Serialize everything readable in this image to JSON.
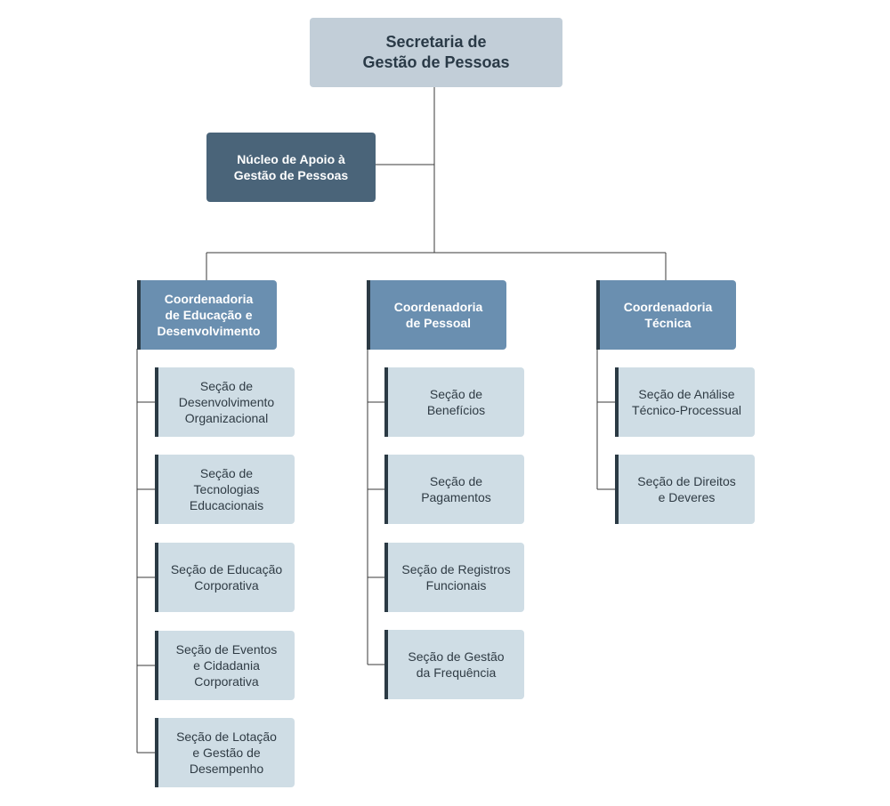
{
  "diagram": {
    "root": "Secretaria de\nGestão de Pessoas",
    "support": "Núcleo de Apoio à\nGestão de Pessoas",
    "coordinations": [
      {
        "label": "Coordenadoria\nde Educação e\nDesenvolvimento",
        "sections": [
          "Seção de\nDesenvolvimento\nOrganizacional",
          "Seção de\nTecnologias\nEducacionais",
          "Seção de Educação\nCorporativa",
          "Seção de Eventos\ne Cidadania\nCorporativa",
          "Seção de Lotação\ne Gestão de\nDesempenho"
        ]
      },
      {
        "label": "Coordenadoria\nde Pessoal",
        "sections": [
          "Seção de\nBenefícios",
          "Seção de\nPagamentos",
          "Seção de Registros\nFuncionais",
          "Seção de Gestão\nda Frequência"
        ]
      },
      {
        "label": "Coordenadoria\nTécnica",
        "sections": [
          "Seção de Análise\nTécnico-Processual",
          "Seção de Direitos\ne Deveres"
        ]
      }
    ]
  },
  "colors": {
    "root_fill": "#c2ced8",
    "support_fill": "#4a6479",
    "coordination_fill": "#6a8fb0",
    "section_fill": "#cfdde5",
    "accent_bar": "#2b3a44",
    "connector": "#3a3a3a"
  }
}
